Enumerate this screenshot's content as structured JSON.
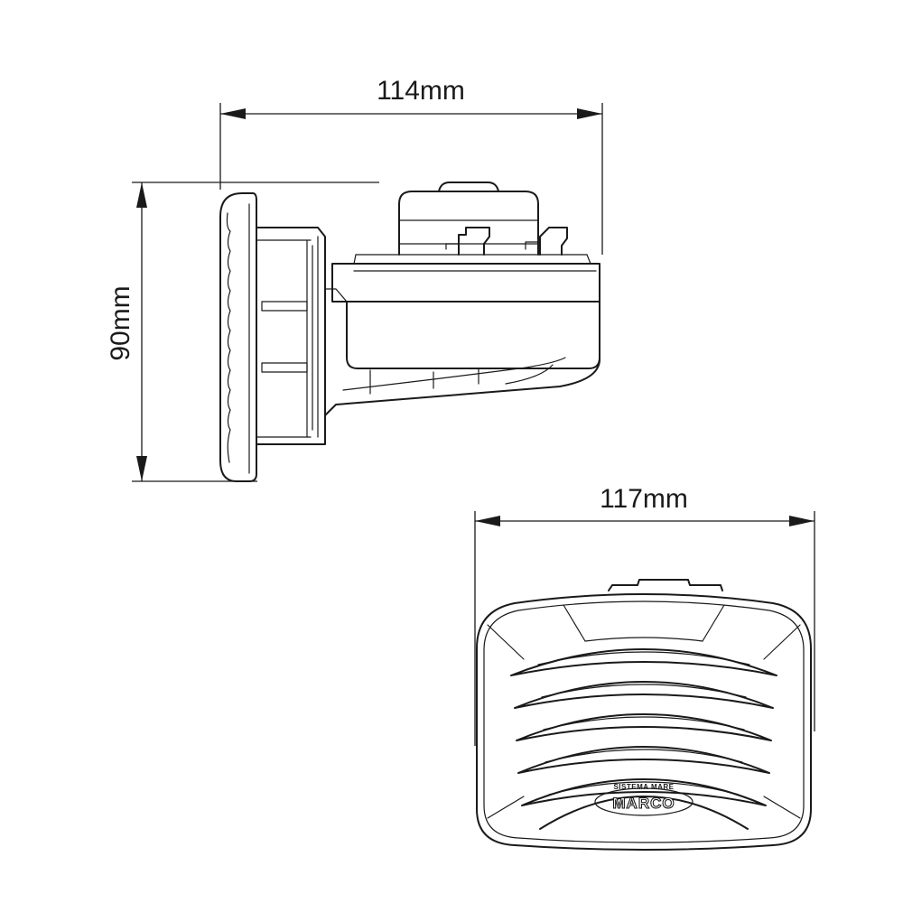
{
  "dimensions": {
    "depth": "114mm",
    "height": "90mm",
    "width": "117mm"
  },
  "front_view": {
    "logo_small_text": "SISTEMA MARE",
    "logo_brand_text": "MARCO"
  }
}
